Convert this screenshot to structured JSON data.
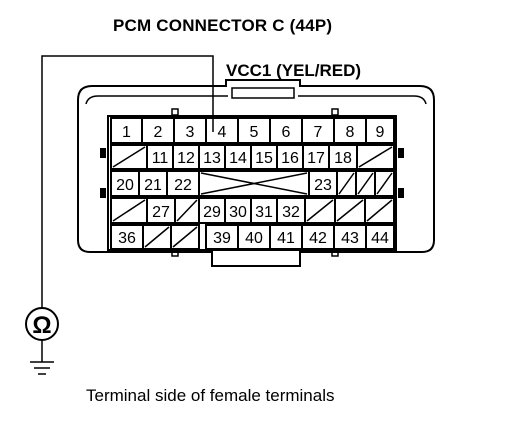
{
  "title": "PCM CONNECTOR C (44P)",
  "pin_label": "VCC1 (YEL/RED)",
  "caption": "Terminal side of female terminals",
  "probe_pin": "4",
  "meter_symbol": "Ω",
  "rows": [
    [
      "1",
      "2",
      "3",
      "4",
      "5",
      "6",
      "7",
      "8",
      "9"
    ],
    [
      "",
      "11",
      "12",
      "13",
      "14",
      "15",
      "16",
      "17",
      "18",
      ""
    ],
    [
      "20",
      "21",
      "22",
      "",
      "23",
      "",
      "",
      ""
    ],
    [
      "",
      "27",
      "",
      "29",
      "30",
      "31",
      "32",
      "",
      "",
      ""
    ],
    [
      "36",
      "",
      "",
      "39",
      "40",
      "41",
      "42",
      "43",
      "44"
    ]
  ]
}
